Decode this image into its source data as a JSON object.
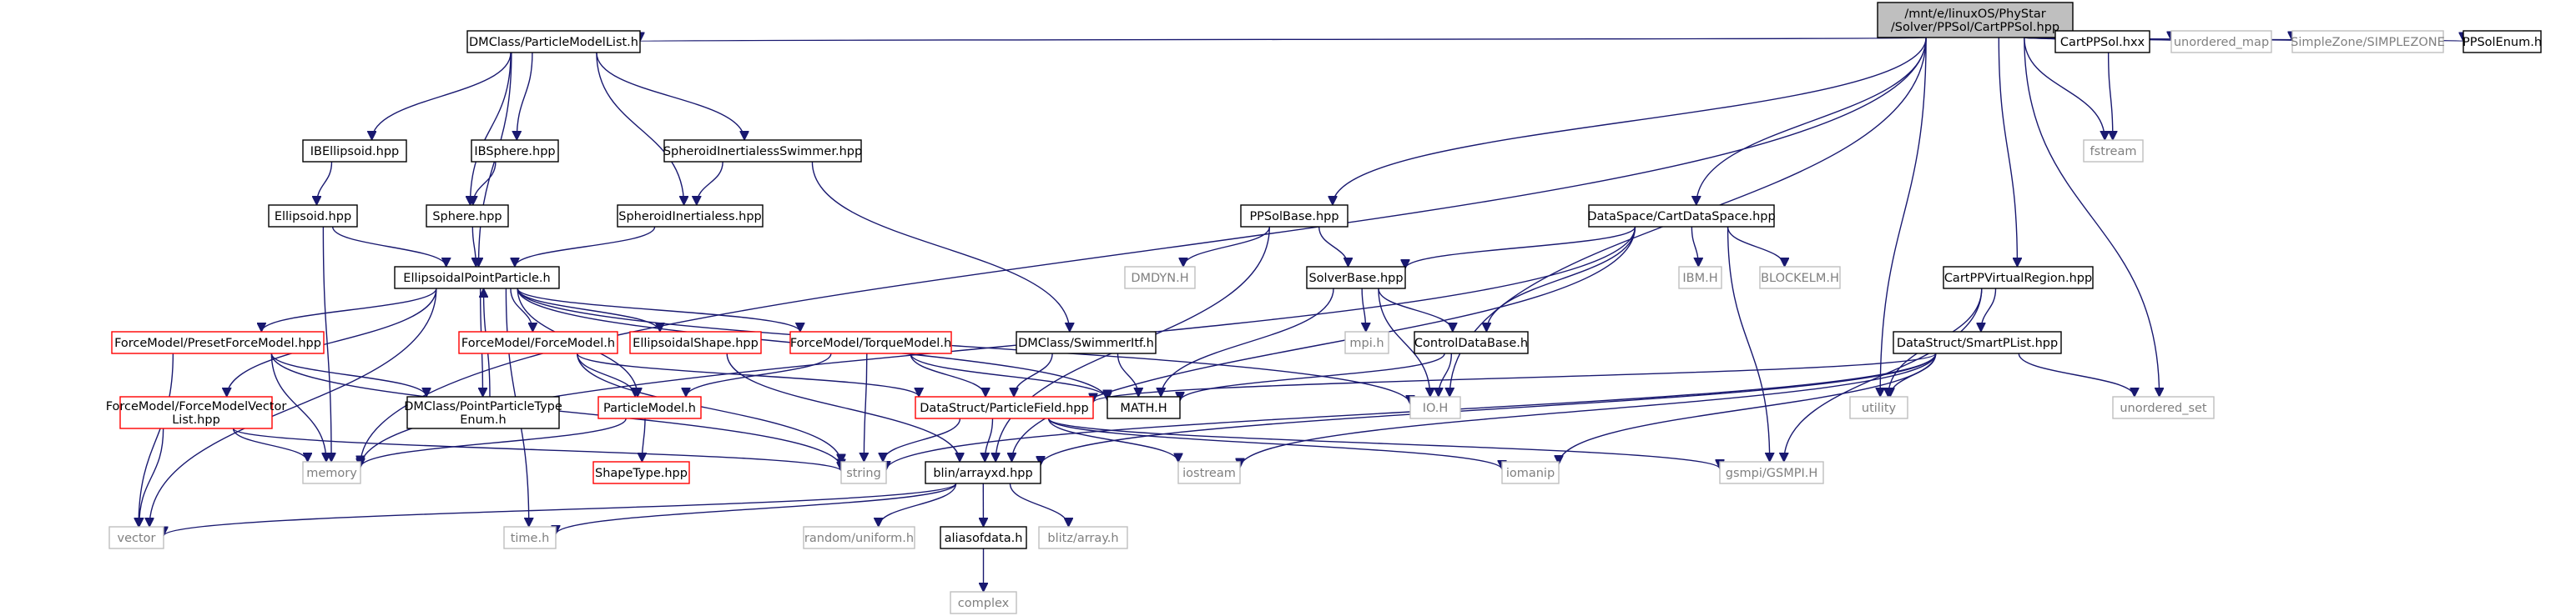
{
  "colors": {
    "edge": "#191970",
    "text": "#000000",
    "border_normal": "#000000",
    "border_missing": "#bfbfbf",
    "border_truncated": "#ff0000",
    "fill_normal": "#ffffff",
    "fill_root": "#bfbfbf",
    "text_missing": "#7f7f7f"
  },
  "nodes": [
    {
      "id": "root",
      "lines": [
        "/mnt/e/linuxOS/PhyStar",
        "/Solver/PPSol/CartPPSol.hpp"
      ],
      "style": "root"
    },
    {
      "id": "pml",
      "lines": [
        "DMClass/ParticleModelList.h"
      ],
      "style": "normal"
    },
    {
      "id": "ppsolbase",
      "lines": [
        "PPSolBase.hpp"
      ],
      "style": "normal"
    },
    {
      "id": "cartdataspace",
      "lines": [
        "DataSpace/CartDataSpace.hpp"
      ],
      "style": "normal"
    },
    {
      "id": "cartppsolhxx",
      "lines": [
        "CartPPSol.hxx"
      ],
      "style": "normal"
    },
    {
      "id": "unordered_map",
      "lines": [
        "unordered_map"
      ],
      "style": "missing"
    },
    {
      "id": "simplezone",
      "lines": [
        "SimpleZone/SIMPLEZONE"
      ],
      "style": "missing"
    },
    {
      "id": "ppsolenum",
      "lines": [
        "PPSolEnum.h"
      ],
      "style": "normal"
    },
    {
      "id": "fstream",
      "lines": [
        "fstream"
      ],
      "style": "missing"
    },
    {
      "id": "ibellipsoid",
      "lines": [
        "IBEllipsoid.hpp"
      ],
      "style": "normal"
    },
    {
      "id": "ibsphere",
      "lines": [
        "IBSphere.hpp"
      ],
      "style": "normal"
    },
    {
      "id": "sphinertialessswimmer",
      "lines": [
        "SpheroidInertialessSwimmer.hpp"
      ],
      "style": "normal"
    },
    {
      "id": "ellipsoid",
      "lines": [
        "Ellipsoid.hpp"
      ],
      "style": "normal"
    },
    {
      "id": "sphere",
      "lines": [
        "Sphere.hpp"
      ],
      "style": "normal"
    },
    {
      "id": "sphinertialess",
      "lines": [
        "SpheroidInertialess.hpp"
      ],
      "style": "normal"
    },
    {
      "id": "epp",
      "lines": [
        "EllipsoidalPointParticle.h"
      ],
      "style": "normal"
    },
    {
      "id": "dmdyn",
      "lines": [
        "DMDYN.H"
      ],
      "style": "missing"
    },
    {
      "id": "solverbase",
      "lines": [
        "SolverBase.hpp"
      ],
      "style": "normal"
    },
    {
      "id": "ibmh",
      "lines": [
        "IBM.H"
      ],
      "style": "missing"
    },
    {
      "id": "blockelm",
      "lines": [
        "BLOCKELM.H"
      ],
      "style": "missing"
    },
    {
      "id": "cartppvr",
      "lines": [
        "CartPPVirtualRegion.hpp"
      ],
      "style": "normal"
    },
    {
      "id": "mpih",
      "lines": [
        "mpi.h"
      ],
      "style": "missing"
    },
    {
      "id": "controldatabase",
      "lines": [
        "ControlDataBase.h"
      ],
      "style": "normal"
    },
    {
      "id": "smartplist",
      "lines": [
        "DataStruct/SmartPList.hpp"
      ],
      "style": "normal"
    },
    {
      "id": "presetforce",
      "lines": [
        "ForceModel/PresetForceModel.hpp"
      ],
      "style": "truncated"
    },
    {
      "id": "forcemodel",
      "lines": [
        "ForceModel/ForceModel.h"
      ],
      "style": "truncated"
    },
    {
      "id": "ellipsoidalshape",
      "lines": [
        "EllipsoidalShape.hpp"
      ],
      "style": "truncated"
    },
    {
      "id": "torquemodel",
      "lines": [
        "ForceModel/TorqueModel.h"
      ],
      "style": "truncated"
    },
    {
      "id": "swimmeritf",
      "lines": [
        "DMClass/SwimmerItf.h"
      ],
      "style": "normal"
    },
    {
      "id": "forcemodelvector",
      "lines": [
        "ForceModel/ForceModelVector",
        "List.hpp"
      ],
      "style": "truncated"
    },
    {
      "id": "ppte",
      "lines": [
        "DMClass/PointParticleType",
        "Enum.h"
      ],
      "style": "normal"
    },
    {
      "id": "particlemodel",
      "lines": [
        "ParticleModel.h"
      ],
      "style": "truncated"
    },
    {
      "id": "mathh",
      "lines": [
        "MATH.H"
      ],
      "style": "normal"
    },
    {
      "id": "particlefield",
      "lines": [
        "DataStruct/ParticleField.hpp"
      ],
      "style": "truncated"
    },
    {
      "id": "ioh",
      "lines": [
        "IO.H"
      ],
      "style": "missing"
    },
    {
      "id": "utility",
      "lines": [
        "utility"
      ],
      "style": "missing"
    },
    {
      "id": "unordered_set",
      "lines": [
        "unordered_set"
      ],
      "style": "missing"
    },
    {
      "id": "memory",
      "lines": [
        "memory"
      ],
      "style": "missing"
    },
    {
      "id": "shapetype",
      "lines": [
        "ShapeType.hpp"
      ],
      "style": "truncated"
    },
    {
      "id": "string",
      "lines": [
        "string"
      ],
      "style": "missing"
    },
    {
      "id": "blinarrayxd",
      "lines": [
        "blin/arrayxd.hpp"
      ],
      "style": "normal"
    },
    {
      "id": "iostream",
      "lines": [
        "iostream"
      ],
      "style": "missing"
    },
    {
      "id": "iomanip",
      "lines": [
        "iomanip"
      ],
      "style": "missing"
    },
    {
      "id": "gsmpi",
      "lines": [
        "gsmpi/GSMPI.H"
      ],
      "style": "missing"
    },
    {
      "id": "vector",
      "lines": [
        "vector"
      ],
      "style": "missing"
    },
    {
      "id": "timeh",
      "lines": [
        "time.h"
      ],
      "style": "missing"
    },
    {
      "id": "randomuniform",
      "lines": [
        "random/uniform.h"
      ],
      "style": "missing"
    },
    {
      "id": "aliasofdata",
      "lines": [
        "aliasofdata.h"
      ],
      "style": "normal"
    },
    {
      "id": "blitzarray",
      "lines": [
        "blitz/array.h"
      ],
      "style": "missing"
    },
    {
      "id": "complex",
      "lines": [
        "complex"
      ],
      "style": "missing"
    }
  ],
  "edges": [
    [
      "root",
      "pml"
    ],
    [
      "root",
      "ppsolbase"
    ],
    [
      "root",
      "cartdataspace"
    ],
    [
      "root",
      "cartppsolhxx"
    ],
    [
      "root",
      "unordered_map"
    ],
    [
      "root",
      "simplezone"
    ],
    [
      "root",
      "ppsolenum"
    ],
    [
      "root",
      "fstream"
    ],
    [
      "root",
      "cartppvr"
    ],
    [
      "root",
      "ioh"
    ],
    [
      "root",
      "utility"
    ],
    [
      "root",
      "unordered_set"
    ],
    [
      "root",
      "memory"
    ],
    [
      "cartppsolhxx",
      "fstream"
    ],
    [
      "pml",
      "ibellipsoid"
    ],
    [
      "pml",
      "ibsphere"
    ],
    [
      "pml",
      "sphinertialessswimmer"
    ],
    [
      "pml",
      "sphere"
    ],
    [
      "pml",
      "sphinertialess"
    ],
    [
      "pml",
      "epp"
    ],
    [
      "ibellipsoid",
      "ellipsoid"
    ],
    [
      "ibsphere",
      "sphere"
    ],
    [
      "sphinertialessswimmer",
      "sphinertialess"
    ],
    [
      "sphinertialessswimmer",
      "swimmeritf"
    ],
    [
      "ellipsoid",
      "epp"
    ],
    [
      "ellipsoid",
      "memory"
    ],
    [
      "sphere",
      "epp"
    ],
    [
      "sphinertialess",
      "epp"
    ],
    [
      "epp",
      "presetforce"
    ],
    [
      "epp",
      "forcemodel"
    ],
    [
      "epp",
      "ellipsoidalshape"
    ],
    [
      "epp",
      "torquemodel"
    ],
    [
      "epp",
      "forcemodelvector"
    ],
    [
      "epp",
      "ppte"
    ],
    [
      "epp",
      "particlemodel"
    ],
    [
      "epp",
      "mathh"
    ],
    [
      "epp",
      "ioh"
    ],
    [
      "epp",
      "vector"
    ],
    [
      "epp",
      "timeh"
    ],
    [
      "presetforce",
      "ppte"
    ],
    [
      "presetforce",
      "memory"
    ],
    [
      "presetforce",
      "string"
    ],
    [
      "presetforce",
      "vector"
    ],
    [
      "ppte",
      "epp"
    ],
    [
      "forcemodel",
      "particlemodel"
    ],
    [
      "forcemodel",
      "particlefield"
    ],
    [
      "forcemodel",
      "string"
    ],
    [
      "torquemodel",
      "particlemodel"
    ],
    [
      "torquemodel",
      "particlefield"
    ],
    [
      "torquemodel",
      "mathh"
    ],
    [
      "torquemodel",
      "string"
    ],
    [
      "ellipsoidalshape",
      "blinarrayxd"
    ],
    [
      "forcemodelvector",
      "memory"
    ],
    [
      "forcemodelvector",
      "vector"
    ],
    [
      "forcemodelvector",
      "string"
    ],
    [
      "particlemodel",
      "shapetype"
    ],
    [
      "particlemodel",
      "memory"
    ],
    [
      "swimmeritf",
      "particlefield"
    ],
    [
      "swimmeritf",
      "mathh"
    ],
    [
      "particlefield",
      "string"
    ],
    [
      "particlefield",
      "blinarrayxd"
    ],
    [
      "particlefield",
      "iostream"
    ],
    [
      "particlefield",
      "iomanip"
    ],
    [
      "particlefield",
      "gsmpi"
    ],
    [
      "ppsolbase",
      "dmdyn"
    ],
    [
      "ppsolbase",
      "solverbase"
    ],
    [
      "ppsolbase",
      "blinarrayxd"
    ],
    [
      "cartdataspace",
      "solverbase"
    ],
    [
      "cartdataspace",
      "ibmh"
    ],
    [
      "cartdataspace",
      "blockelm"
    ],
    [
      "cartdataspace",
      "controldatabase"
    ],
    [
      "cartdataspace",
      "gsmpi"
    ],
    [
      "cartdataspace",
      "blinarrayxd"
    ],
    [
      "cartdataspace",
      "memory"
    ],
    [
      "solverbase",
      "mpih"
    ],
    [
      "solverbase",
      "controldatabase"
    ],
    [
      "solverbase",
      "mathh"
    ],
    [
      "solverbase",
      "ioh"
    ],
    [
      "controldatabase",
      "mathh"
    ],
    [
      "controldatabase",
      "ioh"
    ],
    [
      "cartppvr",
      "smartplist"
    ],
    [
      "cartppvr",
      "utility"
    ],
    [
      "cartppvr",
      "gsmpi"
    ],
    [
      "smartplist",
      "particlefield"
    ],
    [
      "smartplist",
      "utility"
    ],
    [
      "smartplist",
      "unordered_set"
    ],
    [
      "smartplist",
      "string"
    ],
    [
      "smartplist",
      "blinarrayxd"
    ],
    [
      "smartplist",
      "iostream"
    ],
    [
      "smartplist",
      "iomanip"
    ],
    [
      "blinarrayxd",
      "vector"
    ],
    [
      "blinarrayxd",
      "timeh"
    ],
    [
      "blinarrayxd",
      "randomuniform"
    ],
    [
      "blinarrayxd",
      "aliasofdata"
    ],
    [
      "blinarrayxd",
      "blitzarray"
    ],
    [
      "aliasofdata",
      "complex"
    ]
  ]
}
